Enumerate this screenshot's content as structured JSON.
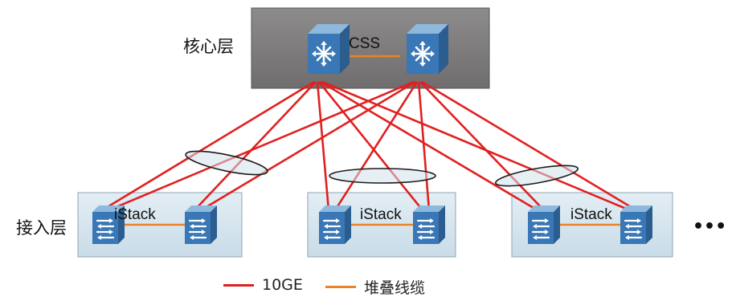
{
  "colors": {
    "link_10ge": "#e02020",
    "stack_cable": "#e8832a",
    "core_box_fill": "#7d7b7b",
    "access_box_fill": "#d6e6ef",
    "switch_blue": "#3a77b6"
  },
  "tiers": {
    "core": {
      "label": "核心层",
      "cluster_label": "CSS",
      "switch_icon": "router-icon",
      "switch_count": 2
    },
    "access": {
      "label": "接入层",
      "group_label": "iStack",
      "switch_icon": "switch-icon",
      "group_count": 3,
      "switches_per_group": 2
    }
  },
  "more_indicator": "•••",
  "legend": [
    {
      "label": "10GE",
      "color": "#e02020"
    },
    {
      "label": "堆叠线缆",
      "color": "#e8832a"
    }
  ]
}
